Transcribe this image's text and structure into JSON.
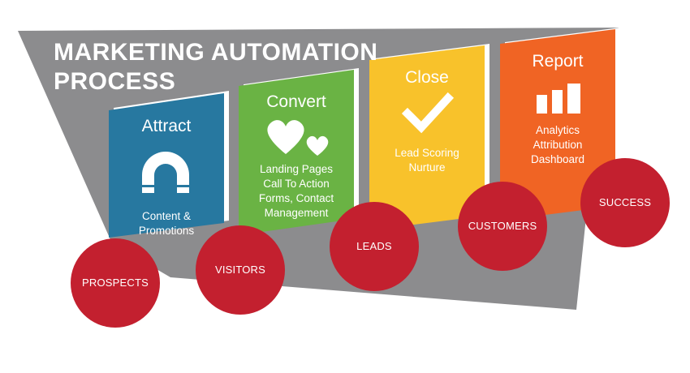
{
  "title": {
    "line1": "MARKETING AUTOMATION",
    "line2": "PROCESS"
  },
  "stages": [
    {
      "name": "Attract",
      "description": [
        "Content &",
        "Promotions"
      ],
      "color": "#2778a0",
      "icon": "magnet-icon"
    },
    {
      "name": "Convert",
      "description": [
        "Landing Pages",
        "Call To Action",
        "Forms, Contact",
        "Management"
      ],
      "color": "#6ab344",
      "icon": "hearts-icon"
    },
    {
      "name": "Close",
      "description": [
        "Lead Scoring",
        "Nurture"
      ],
      "color": "#f8c22b",
      "icon": "checkmark-icon"
    },
    {
      "name": "Report",
      "description": [
        "Analytics",
        "Attribution",
        "Dashboard"
      ],
      "color": "#f06424",
      "icon": "bar-chart-icon"
    }
  ],
  "funnel_steps": [
    "PROSPECTS",
    "VISITORS",
    "LEADS",
    "CUSTOMERS",
    "SUCCESS"
  ],
  "colors": {
    "funnel": "#8c8c8e",
    "circle": "#c3202f",
    "text": "#ffffff"
  }
}
